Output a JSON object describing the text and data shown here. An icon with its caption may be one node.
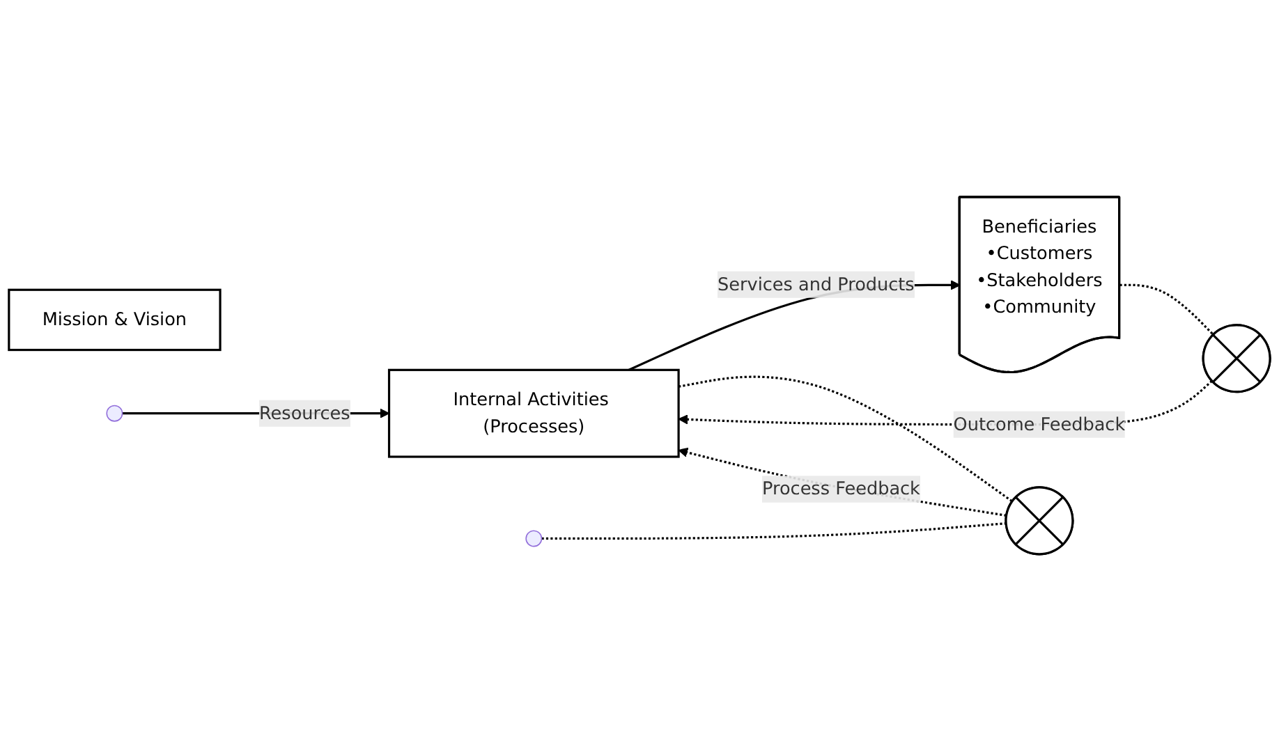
{
  "diagram": {
    "nodes": [
      {
        "text": [
          "Mission & Vision"
        ]
      },
      {
        "text": [
          "Internal Activities (Processes)"
        ]
      },
      {
        "text": [
          "Beneficiaries",
          "•Customers",
          "•Stakeholders",
          "•Community"
        ]
      },
      {
        "text": [],
        "shape": "circle"
      },
      {
        "text": [],
        "shape": "circle"
      }
    ],
    "edges": [
      {
        "from": null,
        "to": 1,
        "arrow": "to",
        "label": "Resources"
      },
      {
        "from": 1,
        "to": 2,
        "arrow": "to",
        "label": "Services and Products"
      },
      {
        "from": 1,
        "to": 3,
        "arrow": "none",
        "style": "dashed"
      },
      {
        "from": null,
        "to": 3,
        "arrow": "none",
        "style": "dashed"
      },
      {
        "from": 3,
        "to": 1,
        "arrow": "to",
        "style": "dashed",
        "label": "Process Feedback"
      },
      {
        "from": 2,
        "to": 4,
        "arrow": "none",
        "style": "dashed"
      },
      {
        "from": 4,
        "to": 1,
        "arrow": "to",
        "style": "dashed",
        "label": "Outcome Feedback"
      }
    ]
  }
}
